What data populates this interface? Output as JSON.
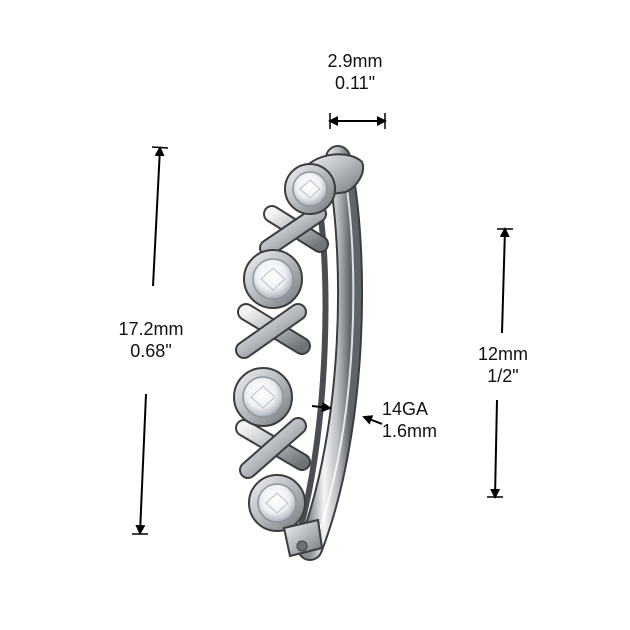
{
  "dimensions": {
    "width": {
      "metric": "2.9mm",
      "imperial": "0.11\""
    },
    "length": {
      "metric": "17.2mm",
      "imperial": "0.68\""
    },
    "drop": {
      "metric": "12mm",
      "imperial": "1/2\""
    },
    "gauge": {
      "gauge": "14GA",
      "metric": "1.6mm"
    }
  },
  "colors": {
    "metal": "#c8cbcf",
    "metal_dark": "#6e7378",
    "outline": "#3a3d40",
    "arrow": "#000000",
    "gem": "#ffffff"
  }
}
